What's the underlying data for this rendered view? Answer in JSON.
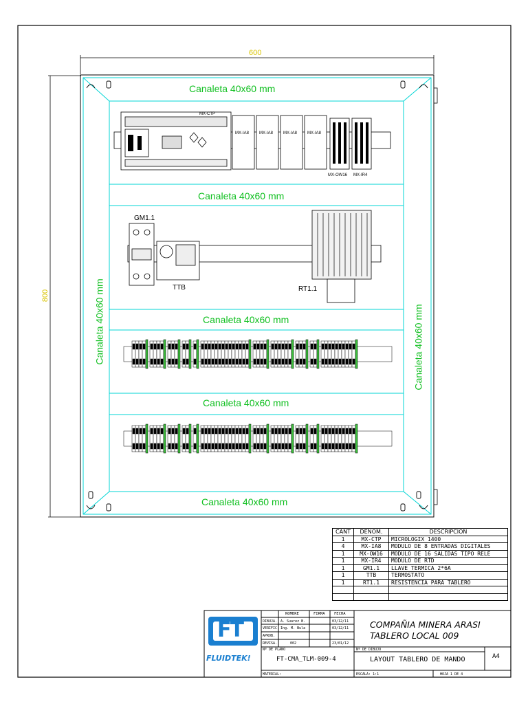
{
  "dimensions": {
    "width_label": "600",
    "height_label": "800"
  },
  "channels": {
    "top": "Canaleta  40x60 mm",
    "row1": "Canaleta  40x60 mm",
    "row2": "Canaleta  40x60 mm",
    "row3": "Canaleta  40x60 mm",
    "bottom": "Canaleta  40x60 mm",
    "left": "Canaleta  40x60 mm",
    "right": "Canaleta  40x60 mm"
  },
  "plc": {
    "cpu_label": "MX-CTP",
    "modules": [
      "MX-IA8",
      "MX-IA8",
      "MX-IA8",
      "MX-IA8"
    ],
    "ow_label": "MX-OW16",
    "ir_label": "MX-IR4"
  },
  "devices": {
    "breaker": "GM1.1",
    "thermostat": "TTB",
    "heater": "RT1.1"
  },
  "bom": {
    "headers": [
      "CANT",
      "DENOM.",
      "DESCRIPCION"
    ],
    "rows": [
      [
        "1",
        "MX-CTP",
        "MICROLOGIX 1400"
      ],
      [
        "4",
        "MX-IA8",
        "MODULO DE 8 ENTRADAS DIGITALES"
      ],
      [
        "1",
        "MX-OW16",
        "MODULO DE 16 SALIDAS TIPO RELE"
      ],
      [
        "1",
        "MX-IR4",
        "MODULO DE RTD"
      ],
      [
        "1",
        "GM1.1",
        "LLAVE TERMICA 2*6A"
      ],
      [
        "1",
        "TTB",
        "TERMOSTATO"
      ],
      [
        "1",
        "RT1.1",
        "RESISTENCIA PARA TABLERO"
      ],
      [
        "",
        "",
        ""
      ],
      [
        "",
        "",
        ""
      ]
    ]
  },
  "title_block": {
    "logo_letters": "FT",
    "logo_name": "FLUIDTEK!",
    "col_headers": [
      "NOMBRE",
      "FIRMA",
      "FECHA"
    ],
    "people": [
      {
        "role": "DIBUJA.",
        "name": "A. Suarez B.",
        "date": "03/12/11"
      },
      {
        "role": "VERIFIC.",
        "name": "Ing. M. Bula",
        "date": "03/12/11"
      },
      {
        "role": "APROB.",
        "name": "",
        "date": ""
      },
      {
        "role": "REVISA.",
        "name": "002",
        "date": "23/01/12"
      }
    ],
    "company_line1": "COMPAÑIA MINERA ARASI",
    "company_line2": "TABLERO LOCAL 009",
    "plan_label": "Nº DE PLANO",
    "plan_number": "FT-CMA_TLM-009-4",
    "drawing_label": "Nº DE DIBUJO",
    "drawing_title": "LAYOUT TABLERO DE MANDO",
    "size": "A4",
    "material_label": "MATERIAL:",
    "scale_label": "ESCALA: 1:1",
    "sheet_label": "HOJA 1 DE 4"
  },
  "colors": {
    "channel": "#00d5d5",
    "text_green": "#0fbf1f",
    "dimension": "#d9c400",
    "logo_blue": "#1a7fd0"
  }
}
